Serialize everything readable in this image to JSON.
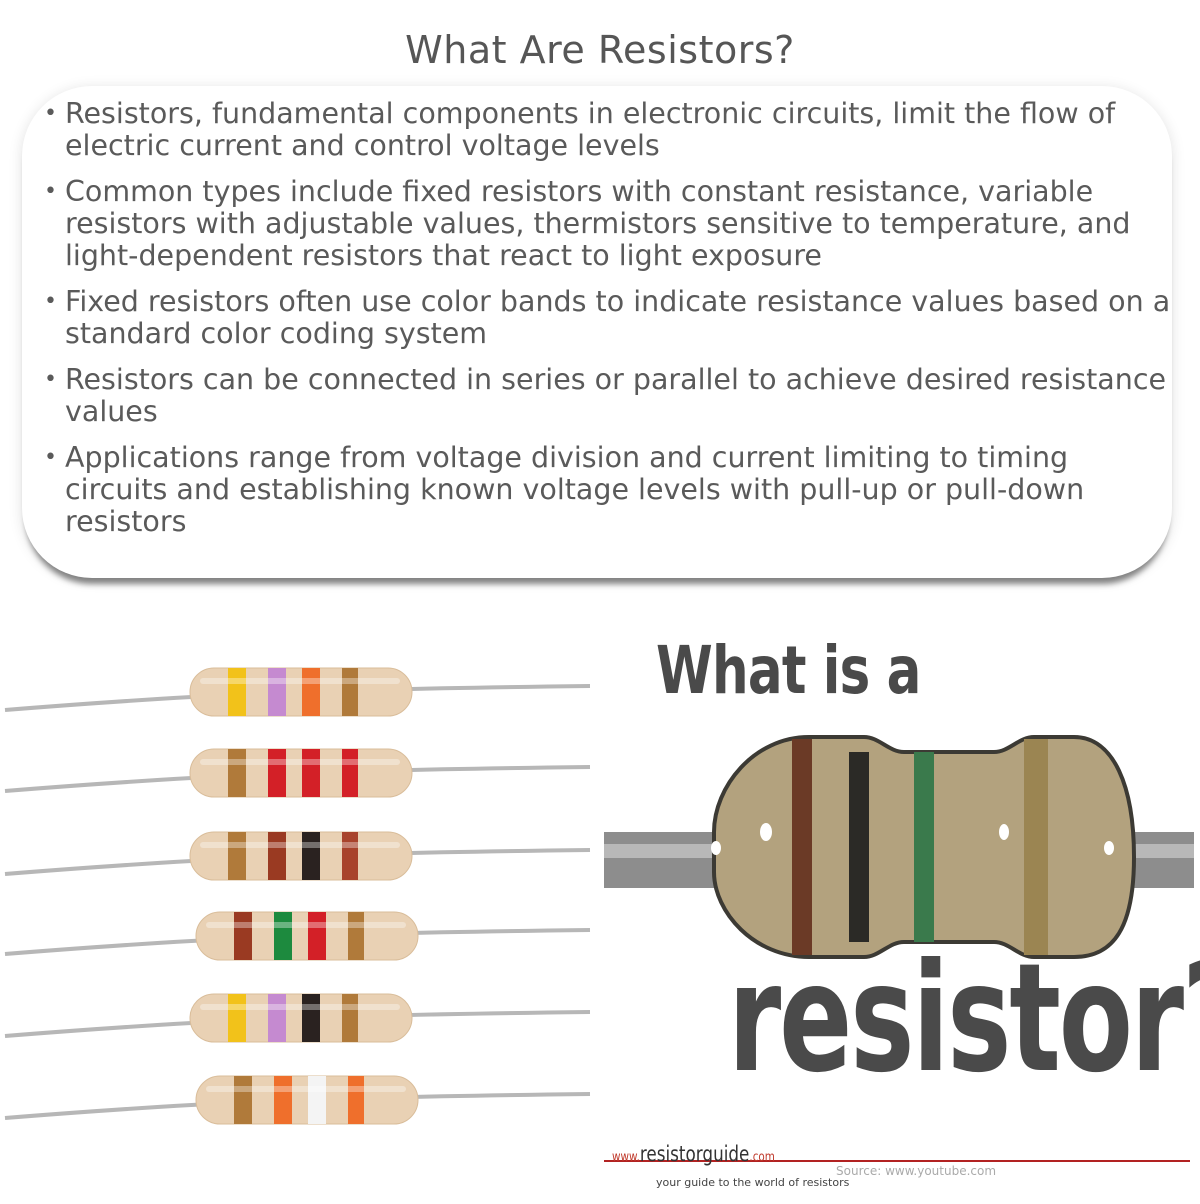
{
  "title": "What Are Resistors?",
  "bullets": [
    "Resistors, fundamental components in electronic circuits, limit the flow of electric current and control voltage levels",
    "Common types include fixed resistors with constant resistance, variable resistors with adjustable values, thermistors sensitive to temperature, and light-dependent resistors that react to light exposure",
    "Fixed resistors often use color bands to indicate resistance values based on a standard color coding system",
    "Resistors can be connected in series or parallel to achieve desired resistance values",
    "Applications range from voltage division and current limiting to timing circuits and establishing known voltage levels with pull-up or pull-down resistors"
  ],
  "image_right": {
    "heading_top": "What is a",
    "heading_bottom": "resistor?",
    "brand_www": "www.",
    "brand_name": "resistorguide",
    "brand_com": ".com",
    "tagline": "your guide to the world of resistors",
    "source": "Source: www.youtube.com"
  },
  "image_left": {
    "resistors": [
      {
        "bands": [
          "#f2c21a",
          "#c58ad0",
          "#ef6f2c",
          "#b07a3a"
        ]
      },
      {
        "bands": [
          "#b07a3a",
          "#d32027",
          "#d32027",
          "#d32027"
        ]
      },
      {
        "bands": [
          "#b07a3a",
          "#9a3a22",
          "#2a2220",
          "#a8432c"
        ]
      },
      {
        "bands": [
          "#9a3a22",
          "#1d8a3e",
          "#d32027",
          "#b07a3a"
        ]
      },
      {
        "bands": [
          "#f2c21a",
          "#c58ad0",
          "#2a2220",
          "#b07a3a"
        ]
      },
      {
        "bands": [
          "#b07a3a",
          "#ef6f2c",
          "#f4f4f4",
          "#ef6f2c"
        ]
      }
    ]
  },
  "colors": {
    "body": "#e9d1b4",
    "lead": "#b7b7b7",
    "big_body": "#b3a27e",
    "band_brown": "#6b3a26",
    "band_black": "#2b2a26",
    "band_green": "#3a7a4c",
    "band_gold": "#9b8552"
  }
}
